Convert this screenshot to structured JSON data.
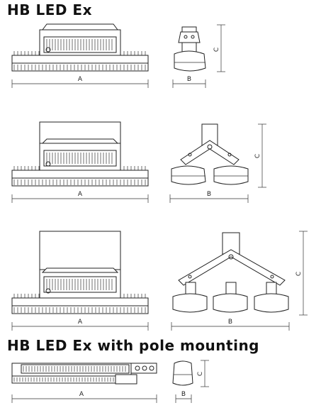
{
  "titles": {
    "main": "HB LED Ex",
    "pole": "HB LED Ex with pole mounting"
  },
  "dimension_labels": {
    "a": "A",
    "b": "B",
    "c": "C"
  }
}
